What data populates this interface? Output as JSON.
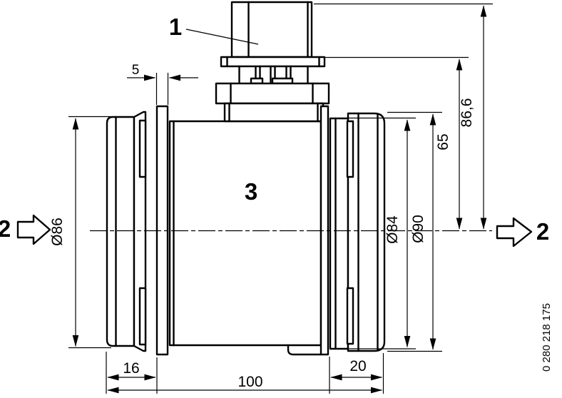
{
  "drawing": {
    "background": "#ffffff",
    "line_color": "#000000",
    "callouts": {
      "connector": "1",
      "flow_in": "2",
      "flow_out": "2",
      "body": "3"
    },
    "dimensions": {
      "adapter_plate_width": "5",
      "inlet_fitting_length": "16",
      "overall_length": "100",
      "outlet_fitting_length": "20",
      "inlet_diameter": "Ø86",
      "outlet_inner_diameter": "Ø84",
      "outlet_outer_diameter": "Ø90",
      "height_centerline_to_base": "65",
      "height_overall": "86,6"
    },
    "part_number": "0 280 218 175"
  }
}
